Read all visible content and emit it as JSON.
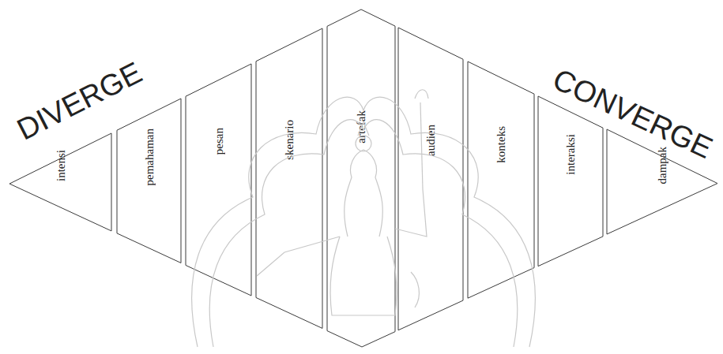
{
  "diagram": {
    "nodes": [
      {
        "text": [
          "intensi"
        ]
      },
      {
        "text": [
          "pemahaman"
        ]
      },
      {
        "text": [
          "pesan"
        ]
      },
      {
        "text": [
          "skenario"
        ]
      },
      {
        "text": [
          "artefak"
        ]
      },
      {
        "text": [
          "audien"
        ]
      },
      {
        "text": [
          "konteks"
        ]
      },
      {
        "text": [
          "interaksi"
        ]
      },
      {
        "text": [
          "dampak"
        ]
      }
    ],
    "labels": [
      "DIVERGE",
      "CONVERGE"
    ]
  }
}
